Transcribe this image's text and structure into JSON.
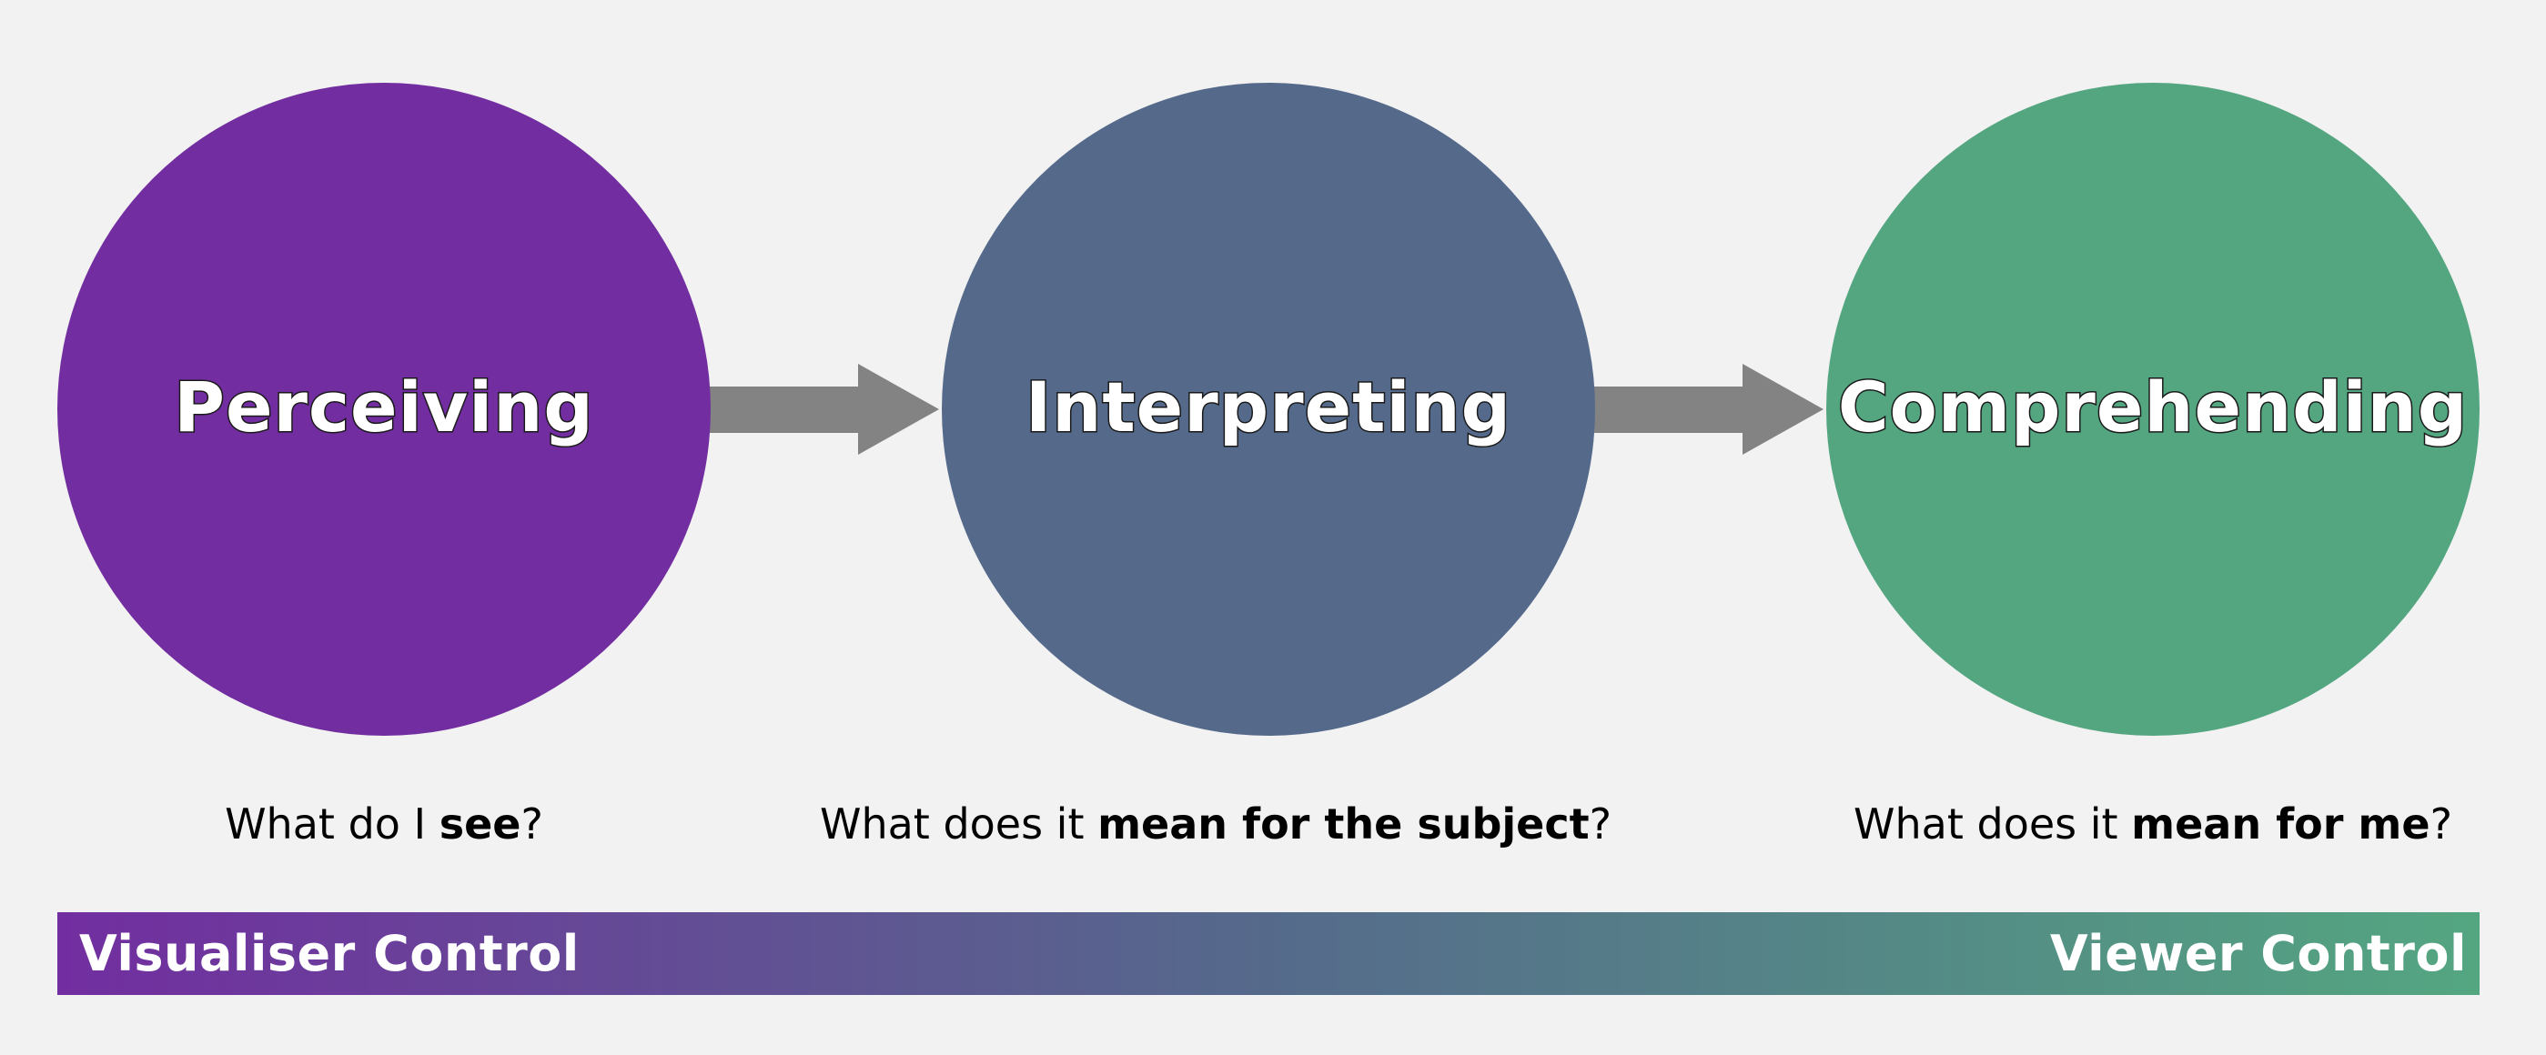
{
  "stages": [
    {
      "label": "Perceiving",
      "color": "#722ea0"
    },
    {
      "label": "Interpreting",
      "color": "#556a8b"
    },
    {
      "label": "Comprehending",
      "color": "#54a681"
    }
  ],
  "arrow_color": "#838383",
  "questions": [
    {
      "prefix": "What do I ",
      "bold": "see",
      "suffix": "?"
    },
    {
      "prefix": "What does it ",
      "bold": "mean for the subject",
      "suffix": "?"
    },
    {
      "prefix": "What does it ",
      "bold": "mean for me",
      "suffix": "?"
    }
  ],
  "control_bar": {
    "left_label": "Visualiser Control",
    "right_label": "Viewer Control",
    "gradient": [
      "#722ea0",
      "#556a8b",
      "#54a681"
    ]
  }
}
